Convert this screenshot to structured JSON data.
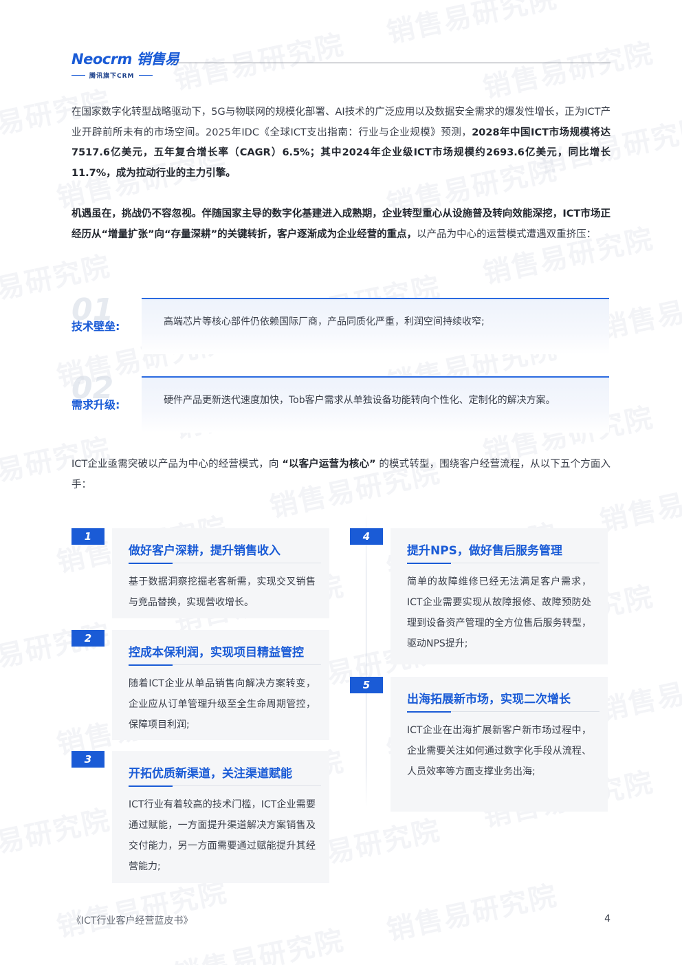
{
  "header": {
    "logo_main": "Neocrm 销售易",
    "logo_sub": "腾讯旗下CRM"
  },
  "watermark_text": "销售易研究院",
  "intro": {
    "p1_plain": "在国家数字化转型战略驱动下，5G与物联网的规模化部署、AI技术的广泛应用以及数据安全需求的爆发性增长，正为ICT产业开辟前所未有的市场空间。2025年IDC《全球ICT支出指南：行业与企业规模》预测，",
    "p1_bold": "2028年中国ICT市场规模将达7517.6亿美元，五年复合增长率（CAGR）6.5%；其中2024年企业级ICT市场规模约2693.6亿美元，同比增长11.7%，成为拉动行业的主力引擎。",
    "p2_bold": "机遇虽在，挑战仍不容忽视。伴随国家主导的数字化基建进入成熟期，企业转型重心从设施普及转向效能深挖，ICT市场正经历从“增量扩张”向“存量深耕”的关键转折，客户逐渐成为企业经营的重点，",
    "p2_plain": "以产品为中心的运营模式遭遇双重挤压："
  },
  "challenges": [
    {
      "num": "01",
      "label": "技术壁垒:",
      "text": "高端芯片等核心部件仍依赖国际厂商，产品同质化严重，利润空间持续收窄;"
    },
    {
      "num": "02",
      "label": "需求升级:",
      "text": "硬件产品更新迭代速度加快，Tob客户需求从单独设备功能转向个性化、定制化的解决方案。"
    }
  ],
  "transition": {
    "plain1": "ICT企业亟需突破以产品为中心的经营模式，向 ",
    "bold": "“以客户运营为核心”",
    "plain2": " 的模式转型，围绕客户经营流程，从以下五个方面入手："
  },
  "cards": [
    {
      "num": "1",
      "title": "做好客户深耕，提升销售收入",
      "text": "基于数据洞察挖掘老客新需，实现交叉销售与竞品替换，实现营收增长。"
    },
    {
      "num": "2",
      "title": "控成本保利润，实现项目精益管控",
      "text": "随着ICT企业从单品销售向解决方案转变，企业应从订单管理升级至全生命周期管控，保障项目利润;"
    },
    {
      "num": "3",
      "title": "开拓优质新渠道，关注渠道赋能",
      "text": "ICT行业有着较高的技术门槛，ICT企业需要通过赋能，一方面提升渠道解决方案销售及交付能力，另一方面需要通过赋能提升其经营能力;"
    },
    {
      "num": "4",
      "title": "提升NPS，做好售后服务管理",
      "text": "简单的故障维修已经无法满足客户需求，ICT企业需要实现从故障报修、故障预防处理到设备资产管理的全方位售后服务转型，驱动NPS提升;"
    },
    {
      "num": "5",
      "title": "出海拓展新市场，实现二次增长",
      "text": "ICT企业在出海扩展新客户新市场过程中，企业需要关注如何通过数字化手段从流程、人员效率等方面支撑业务出海;"
    }
  ],
  "footer": {
    "doc_title": "《ICT行业客户经营蓝皮书》",
    "page_number": "4"
  },
  "colors": {
    "accent": "#1a5bd6",
    "text": "#3a3f4a",
    "card_bg": "#f5f6f8"
  }
}
